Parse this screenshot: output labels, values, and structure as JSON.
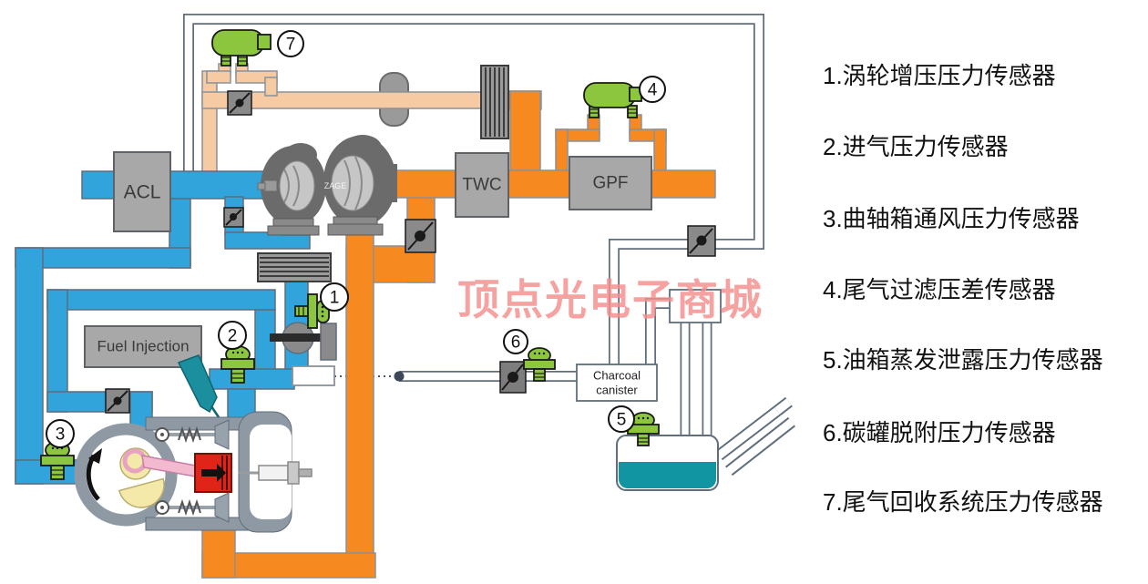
{
  "watermark": {
    "text": "顶点光电子商城",
    "color": "#F58E8C"
  },
  "labels": {
    "acl": "ACL",
    "twc": "TWC",
    "gpf": "GPF",
    "fuel_injection": "Fuel Injection",
    "canister_line1": "Charcoal",
    "canister_line2": "canister",
    "turbo_brand": "ZAGE"
  },
  "markers": [
    "1",
    "2",
    "3",
    "4",
    "5",
    "6",
    "7"
  ],
  "legend": {
    "items": [
      "1.涡轮增压压力传感器",
      "2.进气压力传感器",
      "3.曲轴箱通风压力传感器",
      "4.尾气过滤压差传感器",
      "5.油箱蒸发泄露压力传感器",
      "6.碳罐脱附压力传感器",
      "7.尾气回收系统压力传感器"
    ]
  },
  "colors": {
    "intake_blue": "#31A5DB",
    "exhaust_orange": "#F6891F",
    "egr_peach": "#F6CBA4",
    "sensor_green": "#8CC63F",
    "fuel_teal": "#1295A2",
    "piston_red": "#E02418",
    "watermark_pink": "#F58E8C",
    "thin_pipe_gray": "#5F6D7D",
    "component_gray": "#A8A8A8"
  }
}
